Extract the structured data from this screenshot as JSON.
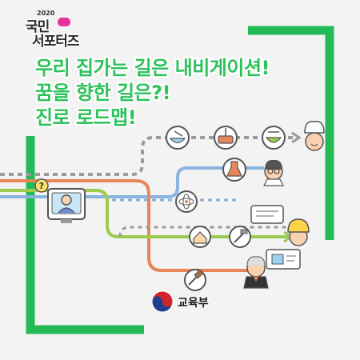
{
  "logo": {
    "year": "2020",
    "line1": "국민",
    "line2": "서포터즈"
  },
  "headline": {
    "line1": "우리 집가는 길은 내비게이션!",
    "line2": "꿈을 향한 길은?!",
    "line3": "진로 로드맵!"
  },
  "ministry": {
    "name": "교육부"
  },
  "bubble": {
    "mark": "?"
  },
  "colors": {
    "green": "#2cc25a",
    "orange": "#e8855a",
    "blue": "#8ab4e0",
    "lime": "#9ccb4e",
    "gray": "#9a9a9a",
    "frame": "#22bb55"
  }
}
